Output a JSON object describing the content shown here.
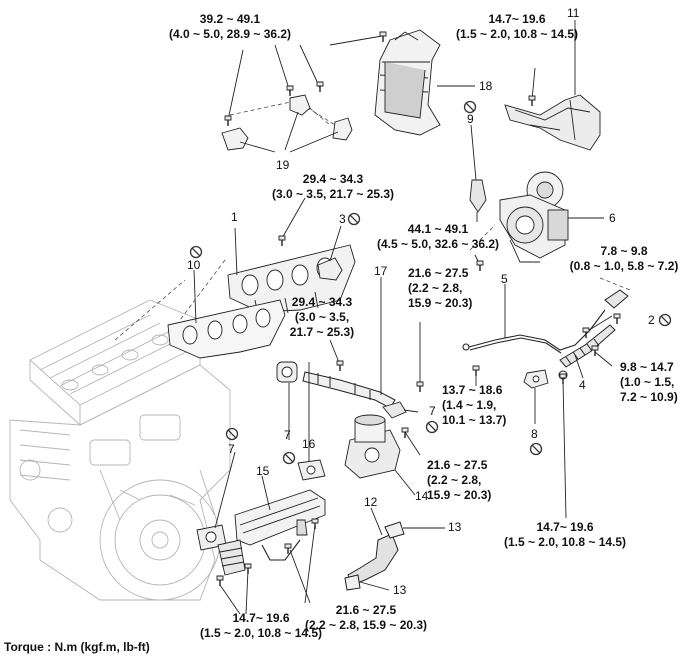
{
  "torque_specs": {
    "t1": "39.2 ~ 49.1\n(4.0 ~ 5.0, 28.9 ~ 36.2)",
    "t2": "14.7~ 19.6\n(1.5 ~ 2.0, 10.8 ~ 14.5)",
    "t3": "29.4 ~ 34.3\n(3.0 ~ 3.5, 21.7 ~ 25.3)",
    "t4": "44.1 ~ 49.1\n(4.5 ~ 5.0, 32.6 ~ 36.2)",
    "t5": "7.8 ~ 9.8\n(0.8 ~ 1.0, 5.8 ~ 7.2)",
    "t6": "29.4 ~ 34.3\n(3.0 ~ 3.5,\n21.7 ~ 25.3)",
    "t7": "21.6 ~ 27.5\n(2.2 ~ 2.8,\n15.9 ~ 20.3)",
    "t8": "9.8 ~ 14.7\n(1.0 ~ 1.5,\n7.2 ~ 10.9)",
    "t9": "13.7 ~ 18.6\n(1.4 ~ 1.9,\n10.1 ~ 13.7)",
    "t10": "21.6 ~ 27.5\n(2.2 ~ 2.8,\n15.9 ~ 20.3)",
    "t11": "14.7~ 19.6\n(1.5 ~ 2.0, 10.8 ~ 14.5)",
    "t12": "21.6 ~ 27.5\n(2.2 ~ 2.8, 15.9 ~ 20.3)",
    "t13": "14.7~ 19.6\n(1.5 ~ 2.0, 10.8 ~ 14.5)"
  },
  "part_numbers": {
    "n1": "1",
    "n2": "2",
    "n3": "3",
    "n4": "4",
    "n5": "5",
    "n6": "6",
    "n7a": "7",
    "n7b": "7",
    "n7c": "7",
    "n8": "8",
    "n9": "9",
    "n10": "10",
    "n11": "11",
    "n12": "12",
    "n13a": "13",
    "n13b": "13",
    "n14": "14",
    "n15": "15",
    "n16": "16",
    "n17": "17",
    "n18": "18",
    "n19": "19"
  },
  "footer": "Torque : N.m (kgf.m, lb-ft)",
  "icons": {
    "no_reuse": "do-not-reuse-symbol"
  },
  "colors": {
    "line": "#222222",
    "part_fill": "#f2f2f2",
    "part_shade": "#cfcfcf",
    "engine": "#b5b5b5"
  }
}
